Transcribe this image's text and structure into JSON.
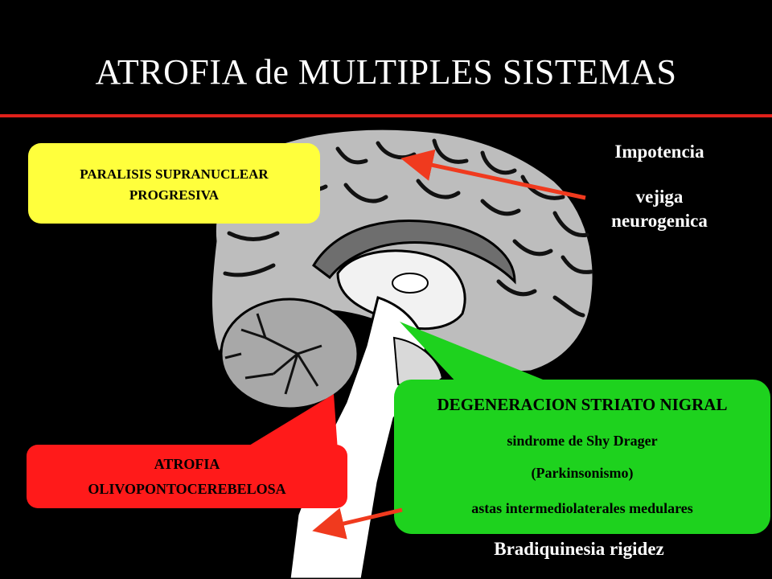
{
  "colors": {
    "background": "#000000",
    "title_rule": "#e0201a",
    "yellow_box": "#ffff3c",
    "green_box": "#1ed21e",
    "red_box": "#ff1a1a",
    "arrow": "#f03a1e",
    "brain_gray": "#bdbdbd",
    "brain_dark": "#6e6e6e"
  },
  "slide": {
    "title": "ATROFIA de MULTIPLES SISTEMAS"
  },
  "callouts": {
    "psp": {
      "line1": "PARALISIS SUPRANUCLEAR",
      "line2": "PROGRESIVA"
    },
    "autonomic": {
      "line1": "Impotencia",
      "line2": "vejiga",
      "line3": "neurogenica"
    },
    "sn": {
      "line1": "DEGENERACION STRIATO NIGRAL",
      "line2": "sindrome de Shy Drager",
      "line3": "(Parkinsonismo)",
      "line4": "astas intermediolaterales medulares"
    },
    "opca": {
      "line1": "ATROFIA",
      "line2": "OLIVOPONTOCEREBELOSA"
    },
    "motor": {
      "line1": "Bradiquinesia rigidez"
    }
  }
}
